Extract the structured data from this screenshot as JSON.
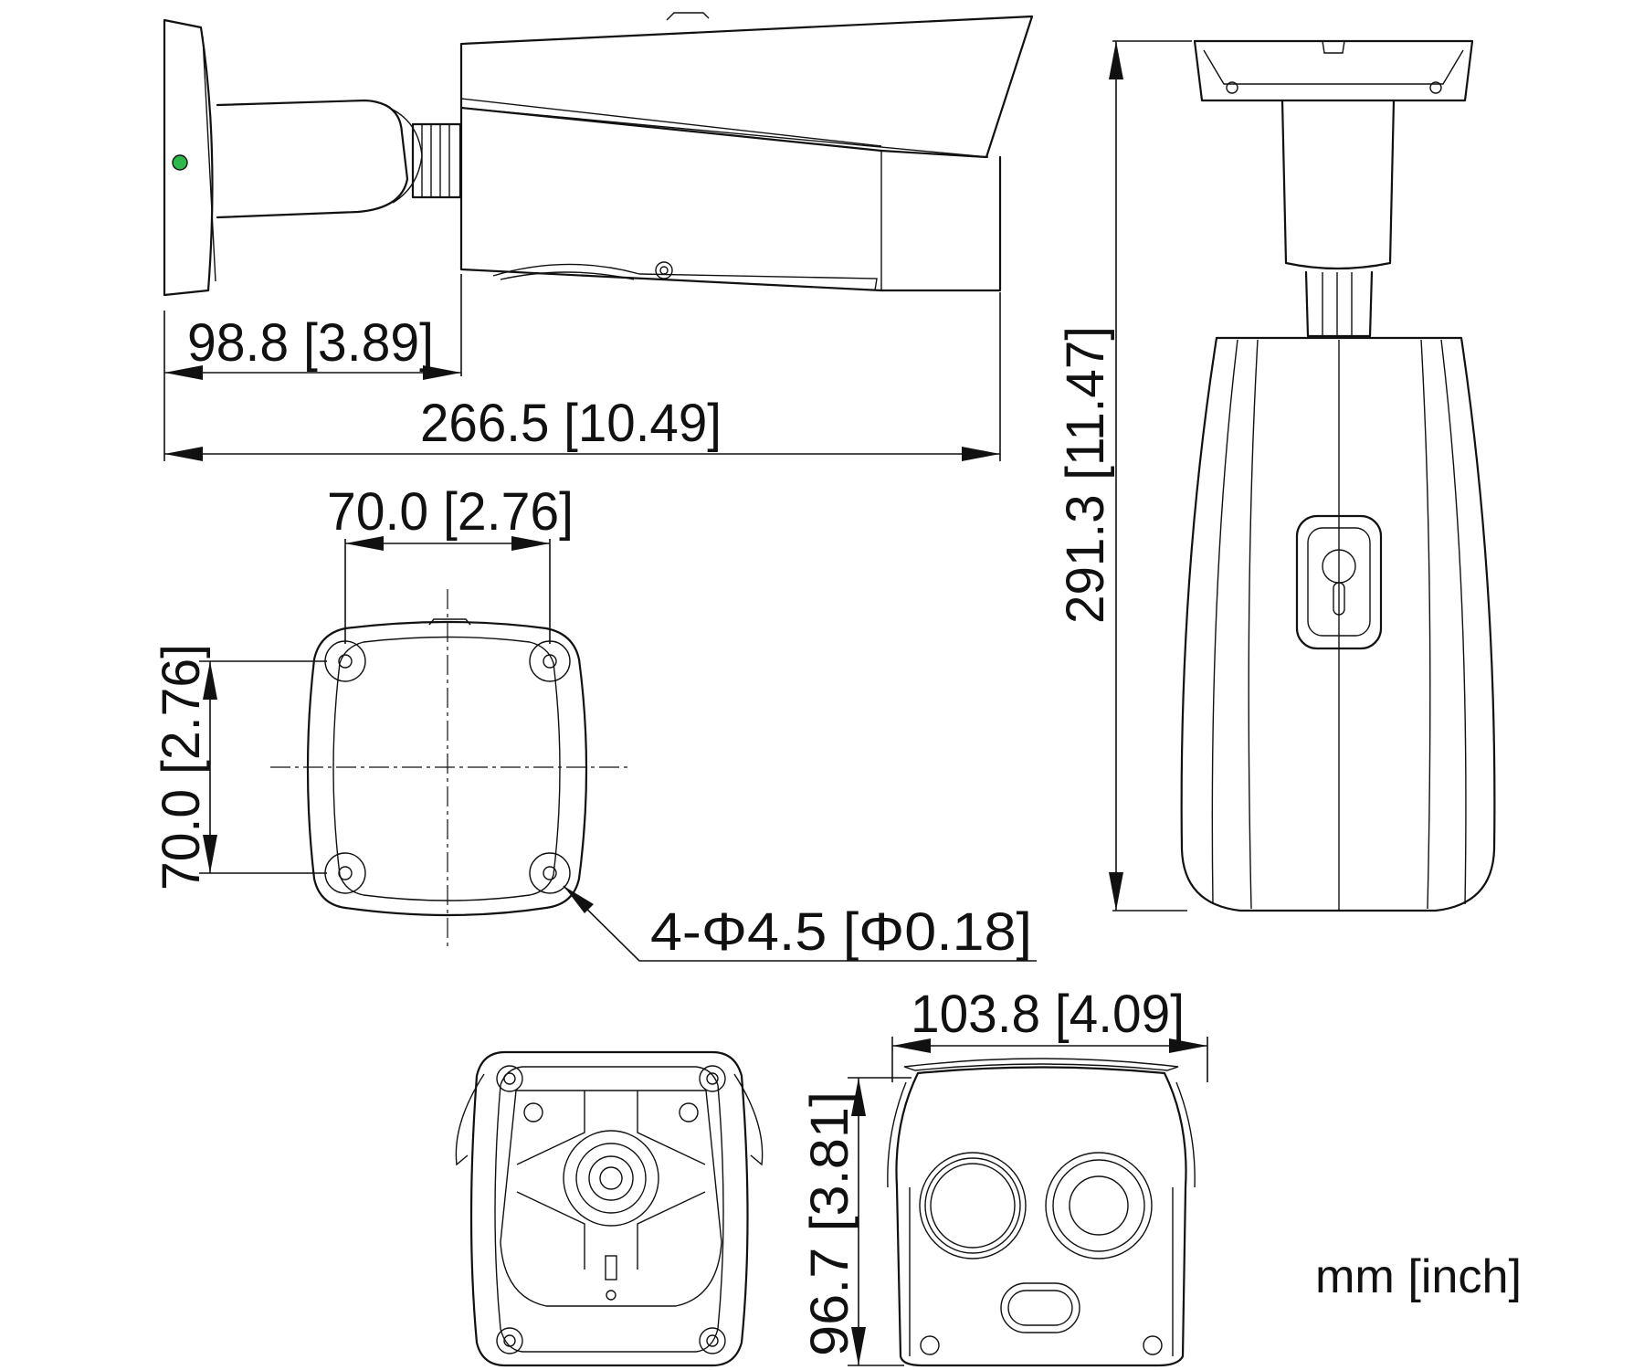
{
  "dimensions": {
    "mount_depth": "98.8  [3.89]",
    "total_length": "266.5  [10.49]",
    "hole_spacing_h": "70.0  [2.76]",
    "hole_spacing_v": "70.0  [2.76]",
    "total_height": "291.3  [11.47]",
    "mounting_holes": "4-Φ4.5  [Φ0.18]",
    "front_width": "103.8  [4.09]",
    "front_height": "96.7  [3.81]"
  },
  "units": "mm [inch]",
  "colors": {
    "line": "#111111",
    "background": "#ffffff",
    "led": "#2db84a"
  }
}
